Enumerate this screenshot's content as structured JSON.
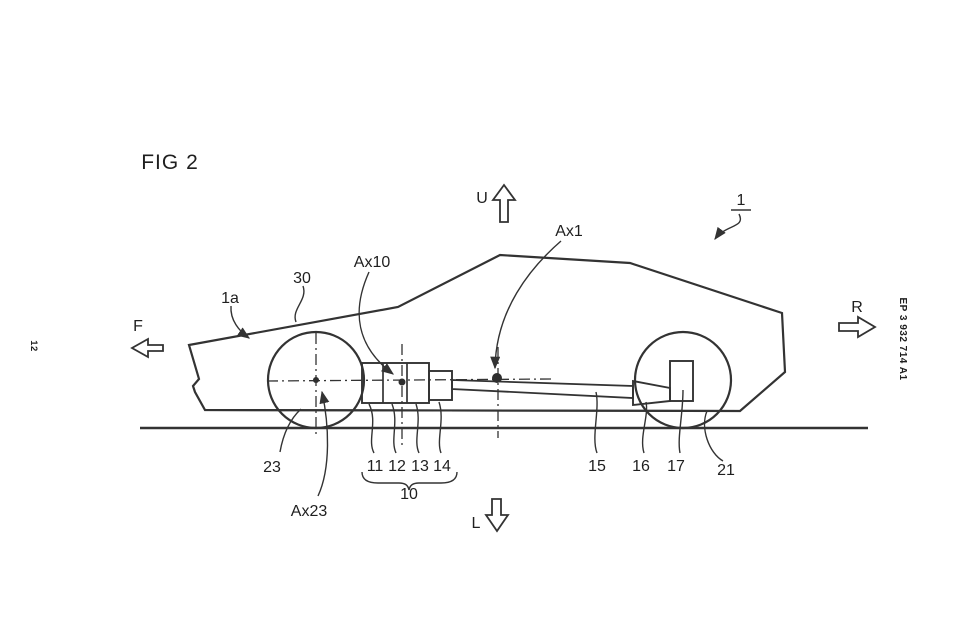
{
  "figure": {
    "title": "FIG 2",
    "directions": {
      "up": "U",
      "down": "L",
      "front": "F",
      "rear": "R"
    },
    "labels": {
      "vehicle": "1",
      "front_body": "1a",
      "front_structure": "30",
      "unit_axis": "Ax10",
      "shaft_axis": "Ax1",
      "front_wheel": "23",
      "front_wheel_axis": "Ax23",
      "part11": "11",
      "part12": "12",
      "part13": "13",
      "part14": "14",
      "unit_group": "10",
      "propeller_shaft": "15",
      "differential": "16",
      "rear_unit": "17",
      "rear_wheel": "21"
    },
    "margins": {
      "page_number": "12",
      "publication_number": "EP 3 932 714 A1"
    },
    "colors": {
      "line": "#333333",
      "text": "#1f1f1f",
      "background": "#ffffff"
    }
  }
}
